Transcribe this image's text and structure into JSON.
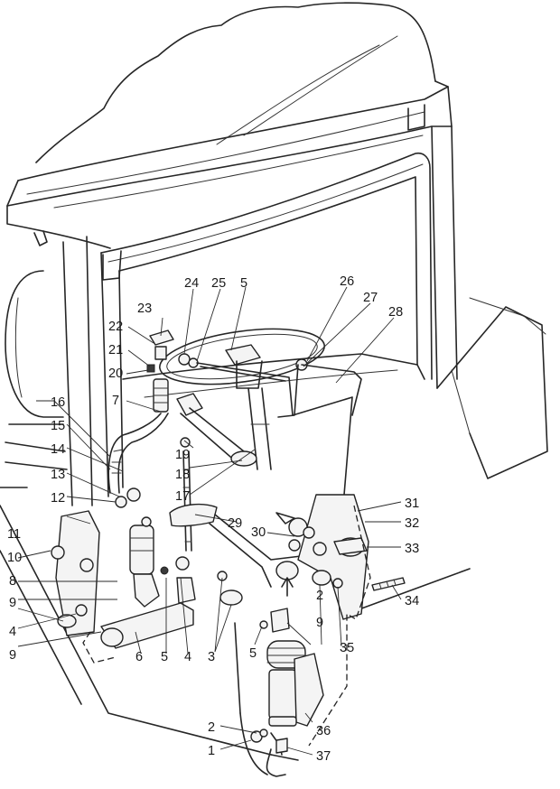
{
  "labels": [
    {
      "id": "l1",
      "text": "1"
    },
    {
      "id": "l2a",
      "text": "2"
    },
    {
      "id": "l2b",
      "text": "2"
    },
    {
      "id": "l3",
      "text": "3"
    },
    {
      "id": "l4a",
      "text": "4"
    },
    {
      "id": "l4b",
      "text": "4"
    },
    {
      "id": "l5a",
      "text": "5"
    },
    {
      "id": "l5b",
      "text": "5"
    },
    {
      "id": "l5c",
      "text": "5"
    },
    {
      "id": "l6",
      "text": "6"
    },
    {
      "id": "l7",
      "text": "7"
    },
    {
      "id": "l8",
      "text": "8"
    },
    {
      "id": "l9a",
      "text": "9"
    },
    {
      "id": "l9b",
      "text": "9"
    },
    {
      "id": "l9c",
      "text": "9"
    },
    {
      "id": "l10",
      "text": "10"
    },
    {
      "id": "l11",
      "text": "11"
    },
    {
      "id": "l12",
      "text": "12"
    },
    {
      "id": "l13",
      "text": "13"
    },
    {
      "id": "l14",
      "text": "14"
    },
    {
      "id": "l15",
      "text": "15"
    },
    {
      "id": "l16",
      "text": "16"
    },
    {
      "id": "l17",
      "text": "17"
    },
    {
      "id": "l18",
      "text": "18"
    },
    {
      "id": "l19",
      "text": "19"
    },
    {
      "id": "l20",
      "text": "20"
    },
    {
      "id": "l21",
      "text": "21"
    },
    {
      "id": "l22",
      "text": "22"
    },
    {
      "id": "l23",
      "text": "23"
    },
    {
      "id": "l24",
      "text": "24"
    },
    {
      "id": "l25",
      "text": "25"
    },
    {
      "id": "l26",
      "text": "26"
    },
    {
      "id": "l27",
      "text": "27"
    },
    {
      "id": "l28",
      "text": "28"
    },
    {
      "id": "l29",
      "text": "29"
    },
    {
      "id": "l30",
      "text": "30"
    },
    {
      "id": "l31",
      "text": "31"
    },
    {
      "id": "l32",
      "text": "32"
    },
    {
      "id": "l33",
      "text": "33"
    },
    {
      "id": "l34",
      "text": "34"
    },
    {
      "id": "l35",
      "text": "35"
    },
    {
      "id": "l36",
      "text": "36"
    },
    {
      "id": "l37",
      "text": "37"
    }
  ]
}
